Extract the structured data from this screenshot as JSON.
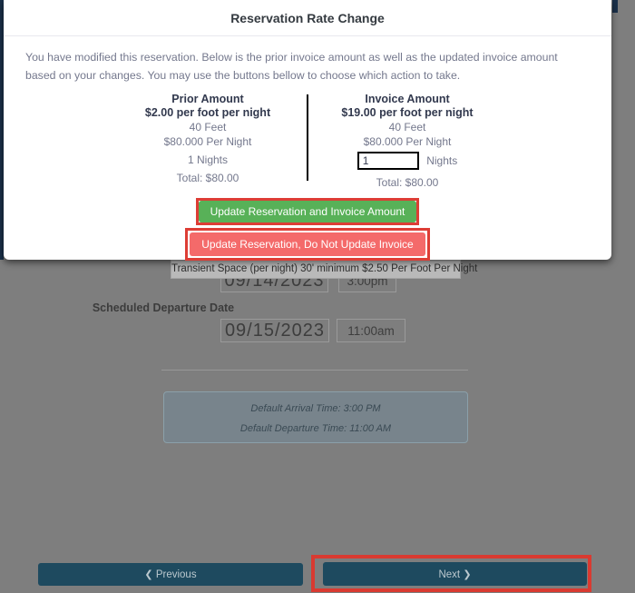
{
  "modal": {
    "title": "Reservation Rate Change",
    "description": "You have modified this reservation. Below is the prior invoice amount as well as the updated invoice amount based on your changes. You may use the buttons bellow to choose which action to take.",
    "prior": {
      "heading": "Prior Amount",
      "rate": "$2.00 per foot per night",
      "feet": "40 Feet",
      "per_night": "$80.000 Per Night",
      "nights": "1 Nights",
      "total": "Total: $80.00"
    },
    "invoice": {
      "heading": "Invoice Amount",
      "rate": "$19.00 per foot per night",
      "feet": "40 Feet",
      "per_night": "$80.000 Per Night",
      "nights_value": "1",
      "nights_suffix": "Nights",
      "total": "Total: $80.00"
    },
    "buttons": {
      "update_both": "Update Reservation and Invoice Amount",
      "update_reservation_only": "Update Reservation, Do Not Update Invoice"
    }
  },
  "page": {
    "rate_option": "Transient Space (per night) 30' minimum $2.50 Per Foot Per Night",
    "arrival_date": "09/14/2023",
    "arrival_time": "3:00pm",
    "departure_label": "Scheduled Departure Date",
    "departure_date": "09/15/2023",
    "departure_time": "11:00am",
    "default_arrival": "Default Arrival Time: 3:00 PM",
    "default_departure": "Default Departure Time: 11:00 AM",
    "previous_label": "Previous",
    "next_label": "Next"
  },
  "icons": {
    "chevron_left": "❮",
    "chevron_right": "❯"
  },
  "colors": {
    "success_button": "#58b158",
    "danger_button": "#f46a6a",
    "annotation_red": "#dd3d35",
    "nav_button": "#1e4a5f",
    "backdrop_gray": "#7e7e7e",
    "sidebar_navy": "#1a3049"
  }
}
